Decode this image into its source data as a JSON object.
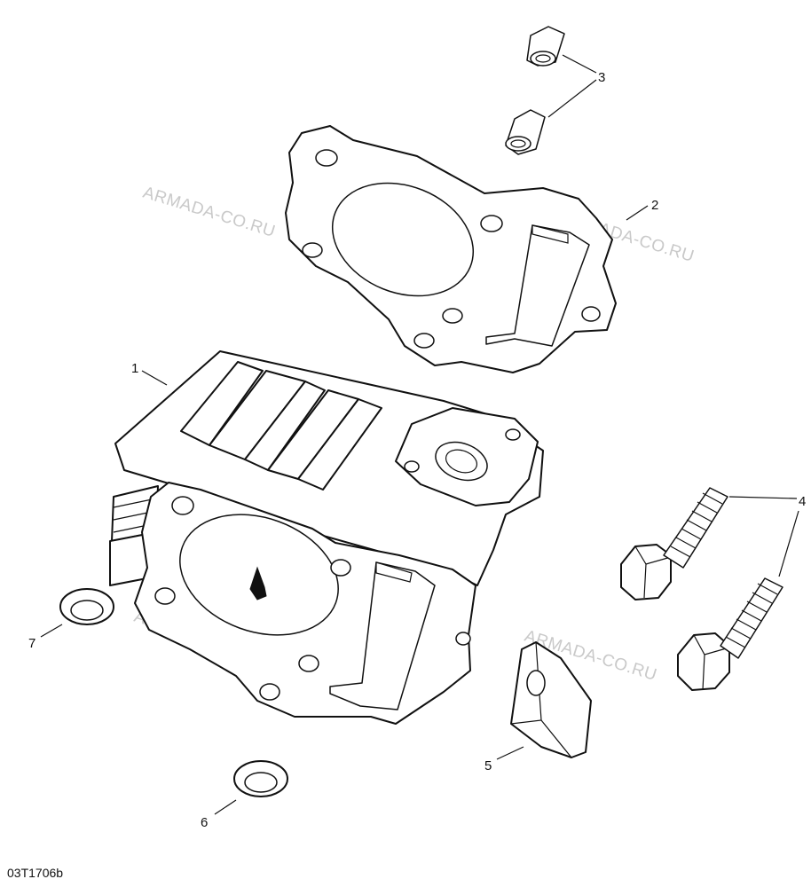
{
  "diagram_code": "03T1706b",
  "watermark": "ARMADA-CO.RU",
  "callouts": [
    "1",
    "2",
    "3",
    "4",
    "5",
    "6",
    "7"
  ]
}
